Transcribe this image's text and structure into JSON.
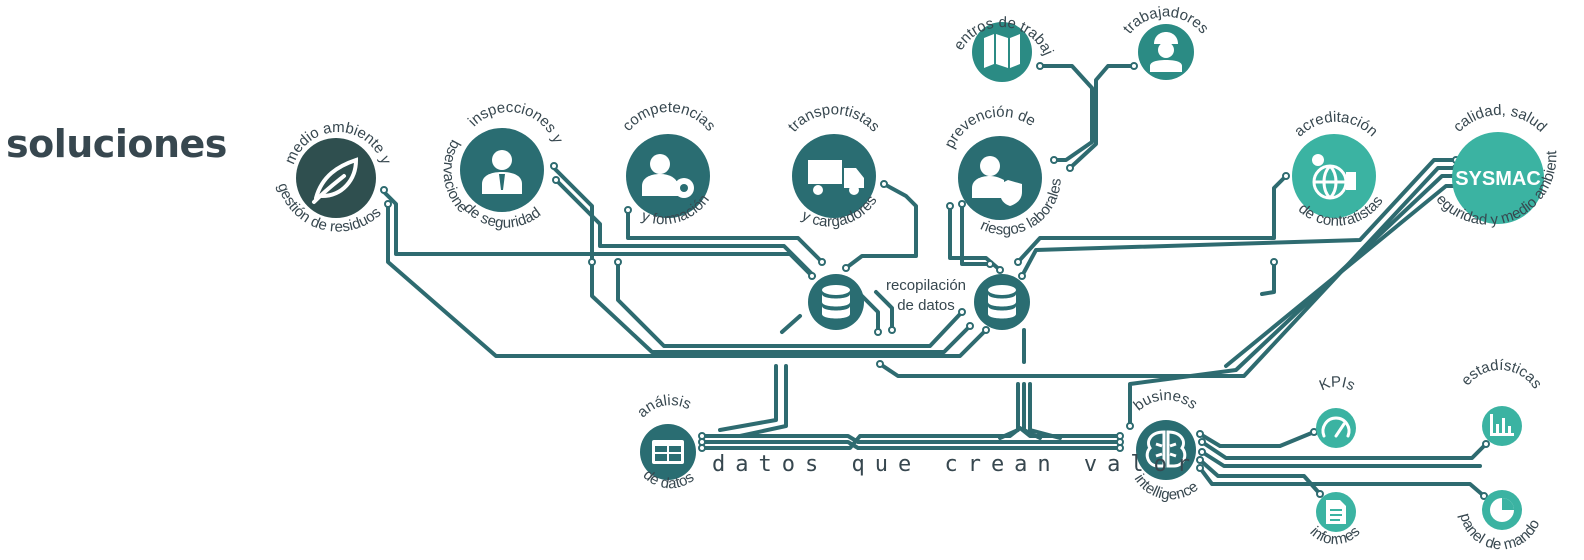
{
  "heading": "soluciones",
  "tagline": "datos que crean valor",
  "colors": {
    "line": "#2e6b70",
    "node_dark": "#2a6d72",
    "node_mid": "#2b8b84",
    "node_light": "#3bb3a2",
    "text": "#37474f"
  },
  "nodes": {
    "medio_ambiente": {
      "label_top": "medio ambiente y",
      "label_bottom": "gestión de residuos",
      "icon": "leaf-icon"
    },
    "inspecciones": {
      "label_top": "inspecciones y",
      "label_top2": "observaciones",
      "label_bottom": "de seguridad",
      "icon": "person-suit-icon"
    },
    "competencias": {
      "label_top": "competencias",
      "label_bottom": "y formación",
      "icon": "user-gear-icon"
    },
    "transportistas": {
      "label_top": "transportistas",
      "label_bottom": "y cargadores",
      "icon": "truck-icon"
    },
    "prevencion": {
      "label_top": "prevención de",
      "label_bottom": "riesgos laborales",
      "icon": "user-shield-icon"
    },
    "centros": {
      "label_top": "centros de trabajo",
      "icon": "map-icon"
    },
    "trabajadores": {
      "label_top": "trabajadores",
      "icon": "hardhat-worker-icon"
    },
    "acreditacion": {
      "label_top": "acreditación",
      "label_bottom": "de contratistas",
      "icon": "globe-industry-icon"
    },
    "sysmac": {
      "label_top": "calidad, salud",
      "label_bottom": "seguridad y medio ambiente",
      "logo": "SYSMAC"
    },
    "recopilacion": {
      "label_line1": "recopilación",
      "label_line2": "de datos",
      "icon": "database-icon"
    },
    "analisis": {
      "label_top": "análisis",
      "label_bottom": "de datos",
      "icon": "table-icon"
    },
    "bi": {
      "label_top": "business",
      "label_bottom": "intelligence",
      "icon": "brain-icon"
    },
    "kpis": {
      "label_top": "KPIs",
      "icon": "gauge-icon"
    },
    "informes": {
      "label_bottom": "informes",
      "icon": "document-icon"
    },
    "estadisticas": {
      "label_top": "estadísticas",
      "icon": "bar-chart-icon"
    },
    "panel": {
      "label_bottom": "panel de mando",
      "icon": "pie-chart-icon"
    }
  }
}
